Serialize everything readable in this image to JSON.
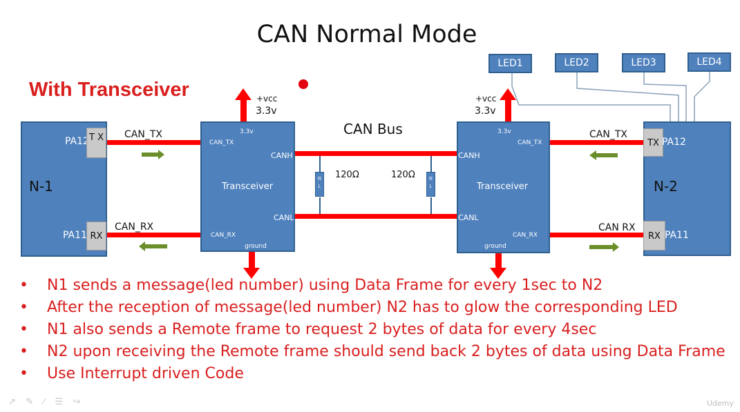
{
  "title": "CAN Normal Mode",
  "subtitle": "With Transceiver",
  "nodes": {
    "n1": "N-1",
    "n2": "N-2"
  },
  "pins": {
    "left_top": "PA12",
    "left_top_tag": "T X",
    "left_bottom": "PA11",
    "left_bottom_tag": "RX",
    "right_top": "PA12",
    "right_top_tag": "TX",
    "right_bottom": "PA11",
    "right_bottom_tag": "RX"
  },
  "signals": {
    "can_tx": "CAN_TX",
    "can_rx": "CAN_RX",
    "can_tx_right": "CAN_TX",
    "can_rx_right": "CAN RX"
  },
  "transceiver": {
    "label": "Transceiver",
    "v33_small": "3.3v",
    "can_tx_pin": "CAN_TX",
    "can_rx_pin": "CAN_RX",
    "canh": "CANH",
    "canl": "CANL",
    "ground": "ground"
  },
  "power": {
    "vcc": "+vcc",
    "v": "3.3v"
  },
  "bus": {
    "label": "CAN Bus",
    "resistor": "120Ω",
    "res_letters_r": "R",
    "res_letters_l": "L"
  },
  "leds": [
    "LED1",
    "LED2",
    "LED3",
    "LED4"
  ],
  "bullets": [
    "N1 sends a message(led number) using Data Frame for every 1sec to N2",
    "After the reception of message(led number) N2 has to glow the corresponding LED",
    "N1 also sends a Remote frame to request 2 bytes of data for every 4sec",
    "N2 upon receiving the Remote frame should send back 2 bytes of data using Data Frame",
    "Use Interrupt driven Code"
  ],
  "bullet_mark": "•",
  "toolbar_icons": [
    "arrow-icon",
    "pen-icon",
    "highlighter-icon",
    "menu-icon",
    "forward-icon"
  ],
  "watermark": "Udemy",
  "colors": {
    "accent_red": "#d91e1e",
    "wire_red": "#ff0000",
    "box_blue": "#4f81bd",
    "arrow_green": "#6a8f2a"
  }
}
